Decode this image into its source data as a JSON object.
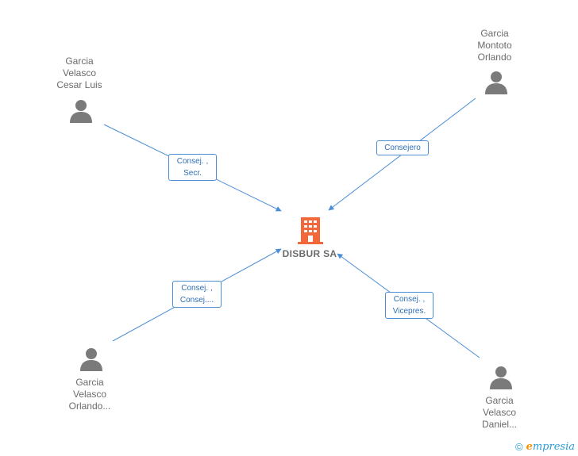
{
  "company": {
    "name": "DISBUR SA",
    "icon": "building-icon",
    "color": "#f2683a"
  },
  "people": [
    {
      "id": "p1",
      "name": "Garcia\nVelasco\nCesar Luis",
      "icon": "person-icon"
    },
    {
      "id": "p2",
      "name": "Garcia\nMontoto\nOrlando",
      "icon": "person-icon"
    },
    {
      "id": "p3",
      "name": "Garcia\nVelasco\nOrlando...",
      "icon": "person-icon"
    },
    {
      "id": "p4",
      "name": "Garcia\nVelasco\nDaniel...",
      "icon": "person-icon"
    }
  ],
  "edges": [
    {
      "from": "p1",
      "label": "Consej. ,\nSecr."
    },
    {
      "from": "p2",
      "label": "Consejero"
    },
    {
      "from": "p3",
      "label": "Consej. ,\nConsej...."
    },
    {
      "from": "p4",
      "label": "Consej. ,\nVicepres."
    }
  ],
  "colors": {
    "edge": "#4a8fd6",
    "person": "#7a7a7a"
  },
  "footer": {
    "copyright": "©",
    "brand_initial": "e",
    "brand_rest": "mpresia"
  }
}
